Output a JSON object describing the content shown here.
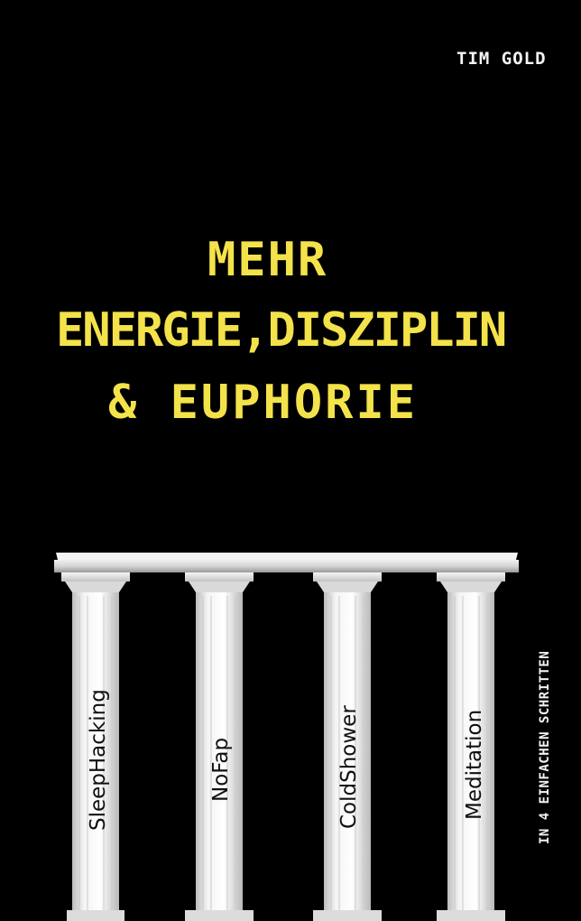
{
  "cover": {
    "author": "TIM GOLD",
    "title_line_1": "MEHR",
    "title_line_2": "ENERGIE,DISZIPLIN",
    "title_line_3": "& EUPHORIE",
    "subtitle": "IN 4 EINFACHEN SCHRITTEN",
    "pillars": [
      "SleepHacking",
      "NoFap",
      "ColdShower",
      "Meditation"
    ],
    "colors": {
      "background": "#000000",
      "title": "#f3e24a",
      "pillar": "#e9e9e9"
    }
  }
}
